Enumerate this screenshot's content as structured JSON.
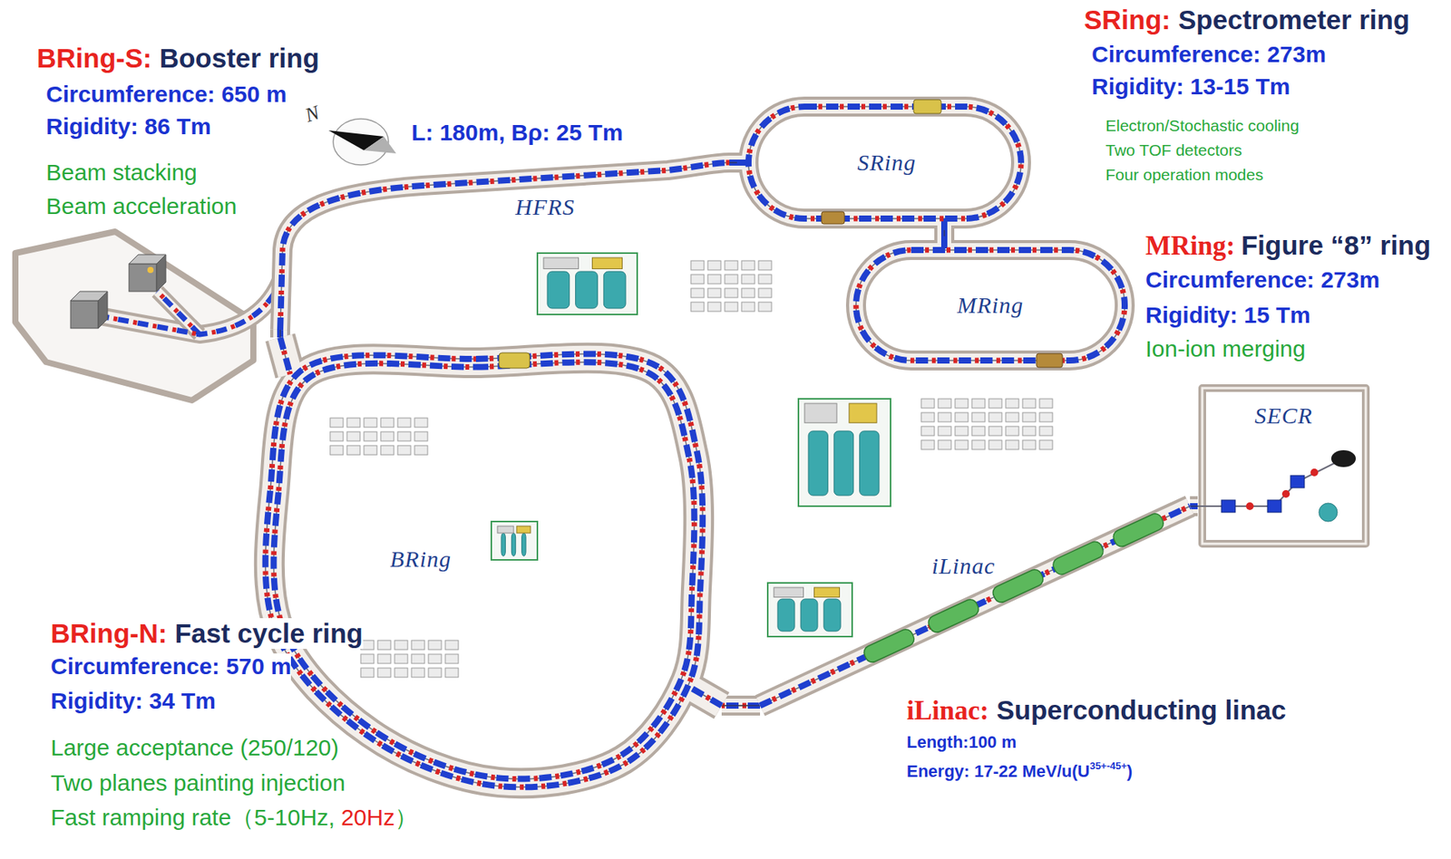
{
  "diagram": {
    "nodes": [
      {
        "text": [
          "SRing"
        ]
      },
      {
        "text": [
          "HFRS"
        ]
      },
      {
        "text": [
          "MRing"
        ]
      },
      {
        "text": [
          "SECR"
        ]
      },
      {
        "text": [
          "BRing"
        ]
      },
      {
        "text": [
          "iLinac"
        ]
      }
    ],
    "edges": [
      {
        "from": 3,
        "to": 5,
        "arrow": "none"
      },
      {
        "from": 5,
        "to": 4,
        "arrow": "none"
      },
      {
        "from": 4,
        "to": 1,
        "arrow": "none"
      },
      {
        "from": 1,
        "to": 0,
        "arrow": "none"
      },
      {
        "from": 0,
        "to": 2,
        "arrow": "none"
      }
    ],
    "labels": [
      "BRing-S:",
      "Booster ring",
      "Circumference: 650 m",
      "Rigidity: 86 Tm",
      "Beam stacking",
      "Beam acceleration",
      "N",
      "L: 180m, Bρ: 25 Tm",
      "SRing:",
      "Spectrometer ring",
      "Circumference: 273m",
      "Rigidity: 13-15 Tm",
      "Electron/Stochastic cooling",
      "Two TOF detectors",
      "Four operation modes",
      "MRing:",
      "Figure “8” ring",
      "Circumference: 273m",
      "Rigidity: 15 Tm",
      "Ion-ion merging",
      "BRing-N:",
      "Fast cycle ring",
      "Circumference: 570 m",
      "Rigidity: 34 Tm",
      "Large acceptance (250/120)",
      "Two planes painting injection",
      "Fast ramping rate（5-10Hz,",
      "20Hz",
      "）",
      "iLinac:",
      "Superconducting linac",
      "Length:100 m",
      "Energy: 17-22 MeV/u(U",
      "35+-45+",
      ")"
    ]
  }
}
